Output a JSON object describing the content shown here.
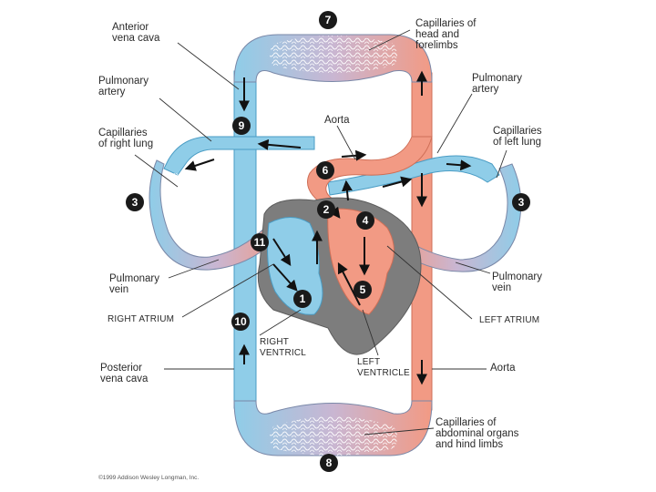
{
  "labels": {
    "anterior_vena_cava": "Anterior\nvena cava",
    "capillaries_head": "Capillaries of\nhead and\nforelimbs",
    "pulmonary_artery_left": "Pulmonary\nartery",
    "pulmonary_artery_right": "Pulmonary\nartery",
    "aorta_top": "Aorta",
    "capillaries_right_lung": "Capillaries\nof right lung",
    "capillaries_left_lung": "Capillaries\nof left lung",
    "pulmonary_vein_left": "Pulmonary\nvein",
    "pulmonary_vein_right": "Pulmonary\nvein",
    "right_atrium": "RIGHT ATRIUM",
    "left_atrium": "LEFT ATRIUM",
    "right_ventricle": "RIGHT\nVENTRICL",
    "left_ventricle": "LEFT\nVENTRICLE",
    "posterior_vena_cava": "Posterior\nvena cava",
    "aorta_bottom": "Aorta",
    "capillaries_abdominal": "Capillaries of\nabdominal organs\nand hind limbs"
  },
  "steps": [
    "1",
    "2",
    "3",
    "3",
    "4",
    "5",
    "6",
    "7",
    "8",
    "9",
    "10",
    "11"
  ],
  "copyright": "©1999 Addison Wesley Longman, Inc.",
  "colors": {
    "oxygen_poor": "#8fcde8",
    "oxygen_rich": "#f29a84",
    "heart_tissue": "#7d7d7d",
    "capillary_mix": "#c9b6d2",
    "arrow": "#111111"
  }
}
